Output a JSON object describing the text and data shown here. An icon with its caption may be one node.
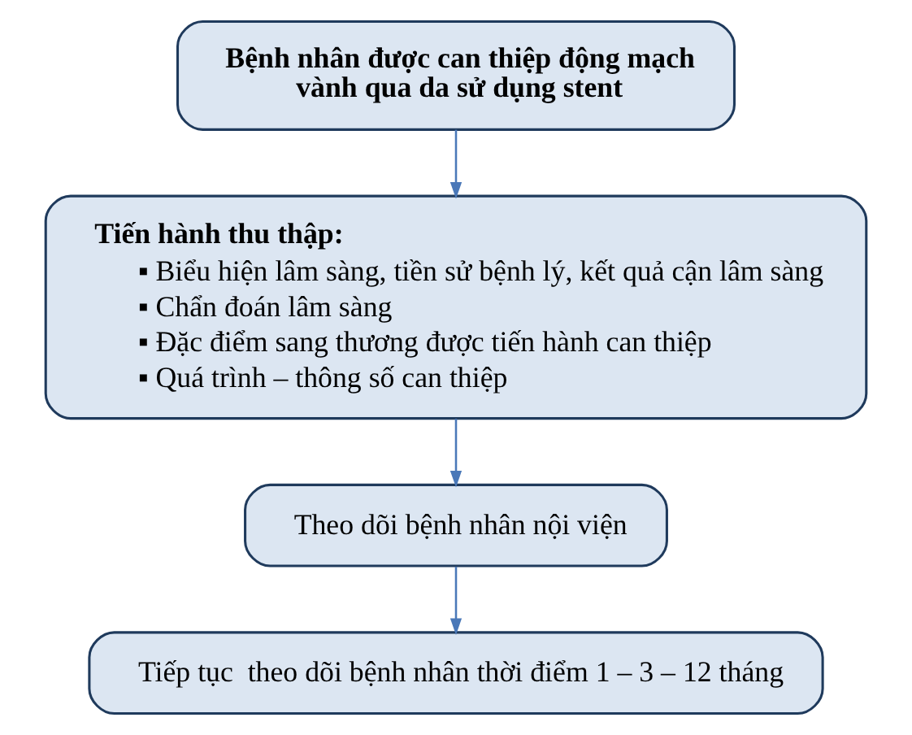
{
  "diagram": {
    "nodes": [
      {
        "text": [
          "Bệnh nhân được can thiệp động mạch vành qua da sử dụng stent"
        ]
      },
      {
        "text": [
          "Tiến hành thu thập:",
          "▪ Biểu hiện lâm sàng, tiền sử bệnh lý, kết quả cận lâm sàng",
          "▪ Chẩn đoán lâm sàng",
          "▪ Đặc điểm sang thương được tiến hành can thiệp",
          "▪ Quá trình – thông số can thiệp"
        ]
      },
      {
        "text": [
          "Theo dõi bệnh nhân nội viện"
        ]
      },
      {
        "text": [
          "Tiếp tục  theo dõi bệnh nhân thời điểm 1 – 3 – 12 tháng"
        ]
      }
    ],
    "edges": [
      {
        "from": 0,
        "to": 1,
        "arrow": "to"
      },
      {
        "from": 1,
        "to": 2,
        "arrow": "to"
      },
      {
        "from": 2,
        "to": 3,
        "arrow": "to"
      }
    ]
  }
}
